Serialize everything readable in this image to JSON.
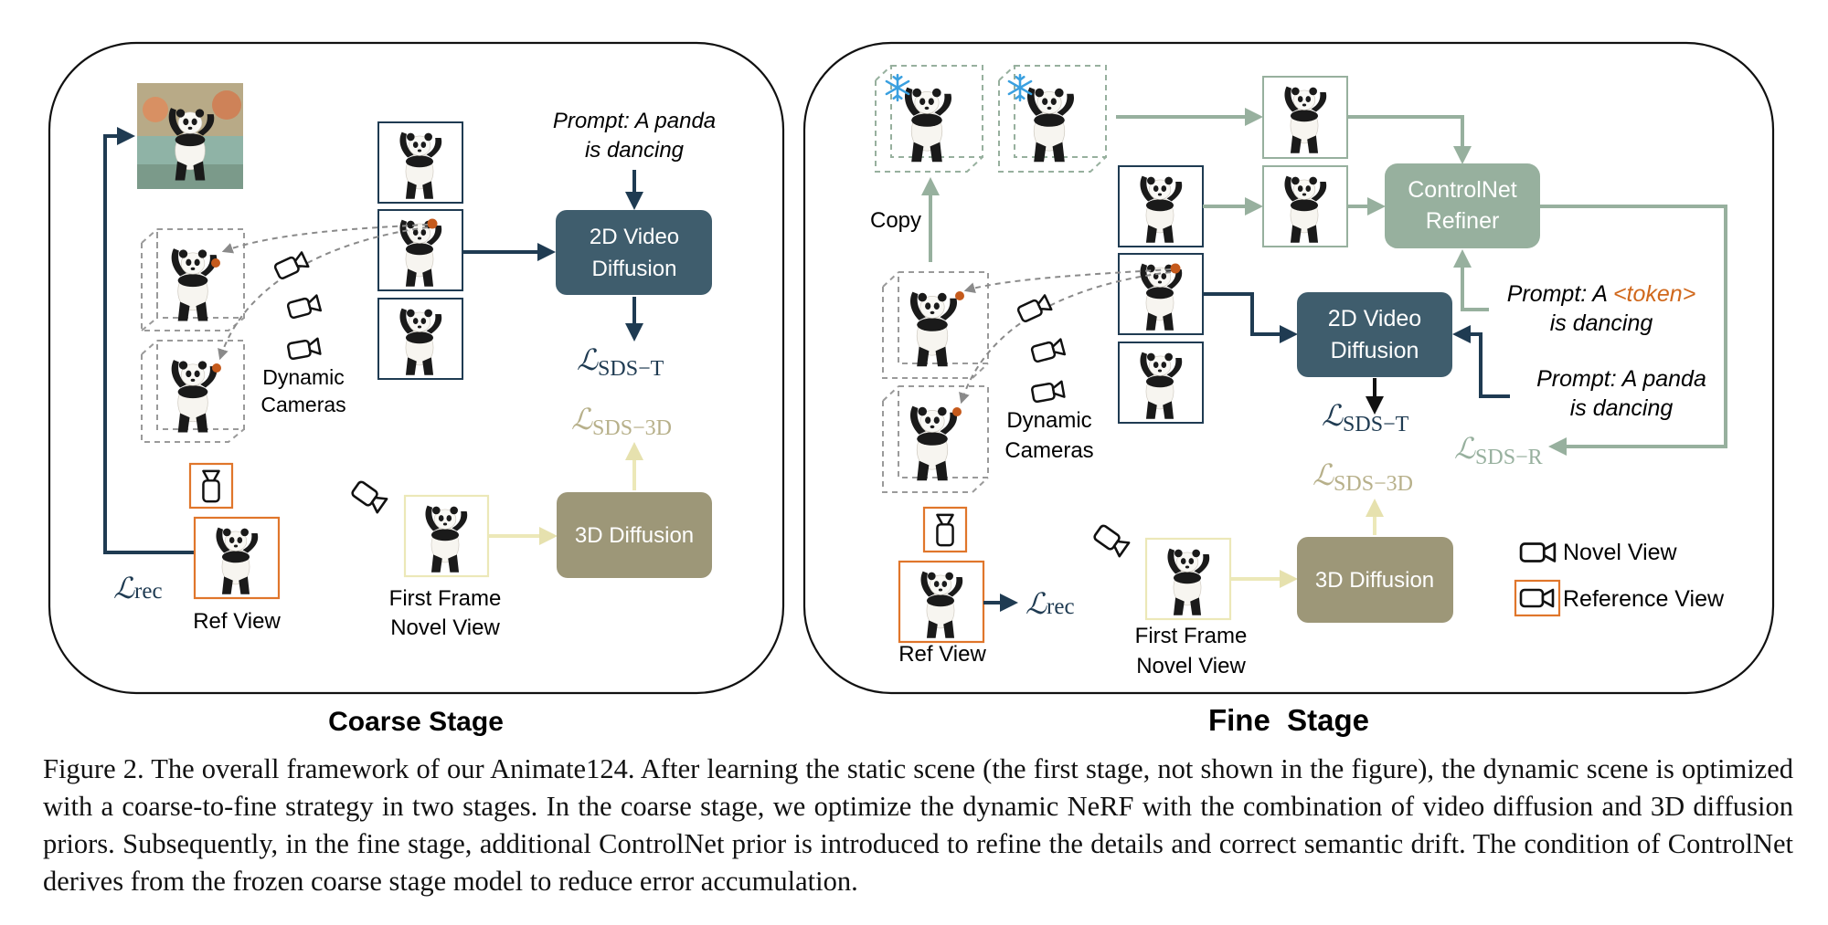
{
  "coarse": {
    "stage_title": "Coarse Stage",
    "prompt_line1": "Prompt: A panda",
    "prompt_line2": "is dancing",
    "video_diffusion_line1": "2D Video",
    "video_diffusion_line2": "Diffusion",
    "diffusion_3d": "3D Diffusion",
    "dynamic_cameras_line1": "Dynamic",
    "dynamic_cameras_line2": "Cameras",
    "ref_view": "Ref View",
    "first_frame_line1": "First Frame",
    "first_frame_line2": "Novel View",
    "loss_sds_t": "SDS−T",
    "loss_sds_3d": "SDS−3D",
    "loss_rec": "rec"
  },
  "fine": {
    "stage_title": "Fine  Stage",
    "copy": "Copy",
    "controlnet_line1": "ControlNet",
    "controlnet_line2": "Refiner",
    "prompt_token_prefix": "Prompt: A ",
    "prompt_token": "<token>",
    "prompt_token_line2": "is dancing",
    "prompt_panda_line1": "Prompt: A panda",
    "prompt_panda_line2": "is dancing",
    "video_diffusion_line1": "2D Video",
    "video_diffusion_line2": "Diffusion",
    "diffusion_3d": "3D Diffusion",
    "dynamic_cameras_line1": "Dynamic",
    "dynamic_cameras_line2": "Cameras",
    "ref_view": "Ref View",
    "first_frame_line1": "First Frame",
    "first_frame_line2": "Novel View",
    "loss_sds_t": "SDS−T",
    "loss_sds_3d": "SDS−3D",
    "loss_sds_r": "SDS−R",
    "loss_rec": "rec",
    "legend_novel": "Novel View",
    "legend_reference": "Reference View"
  },
  "loss_symbol": "ℒ",
  "caption": "Figure 2. The overall framework of our Animate124. After learning the static scene (the first stage, not shown in the figure), the dynamic scene is optimized with a coarse-to-fine strategy in two stages. In the coarse stage, we optimize the dynamic NeRF with the combination of video diffusion and 3D diffusion priors. Subsequently, in the fine stage, additional ControlNet prior is introduced to refine the details and correct semantic drift. The condition of ControlNet derives from the frozen coarse stage model to reduce error accumulation.",
  "colors": {
    "dark_teal": "#3f5d6d",
    "navy": "#1f3b52",
    "olive": "#9d9778",
    "pale_yellow": "#ece8b8",
    "sage": "#97b09e",
    "orange": "#e0762b",
    "gray_dash": "#9a9a9a"
  },
  "icons": [
    "panda-image",
    "camera-icon",
    "snowflake-icon",
    "down-arrow",
    "right-arrow"
  ]
}
